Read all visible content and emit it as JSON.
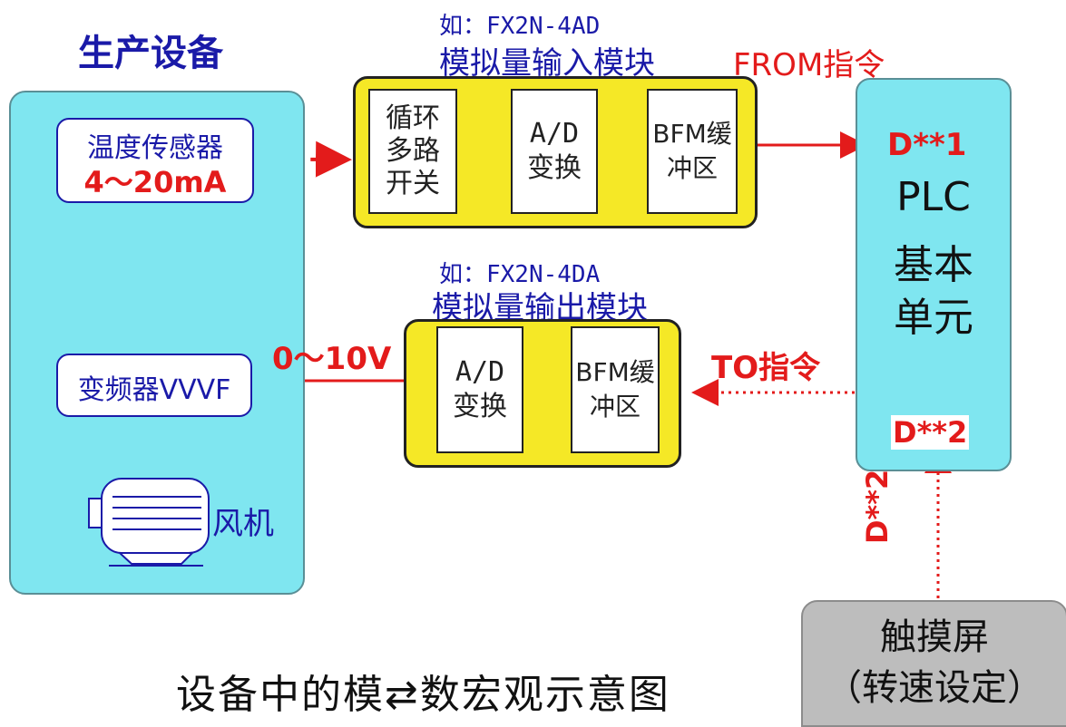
{
  "equipment": {
    "title": "生产设备",
    "sensor_label": "温度传感器",
    "sensor_range": "4～20mA",
    "vfd_label": "变频器VVVF",
    "fan_label": "风机"
  },
  "input_module": {
    "caption_line1": "如：FX2N-4AD",
    "caption_line2": "模拟量输入模块",
    "block1": "循环多路开关",
    "block1_line1": "循环",
    "block1_line2": "多路",
    "block1_line3": "开关",
    "block2_line1": "A/D",
    "block2_line2": "变换",
    "block3_line1": "BFM缓",
    "block3_line2": "冲区"
  },
  "output_module": {
    "caption_line1": "如：FX2N-4DA",
    "caption_line2": "模拟量输出模块",
    "block1_line1": "A/D",
    "block1_line2": "变换",
    "block2_line1": "BFM缓",
    "block2_line2": "冲区"
  },
  "signals": {
    "from_instruction": "FROM指令",
    "to_instruction": "TO指令",
    "output_range": "0～10V",
    "d1": "D**1",
    "d2": "D**2",
    "d2_vertical": "D**2"
  },
  "plc": {
    "line1": "PLC",
    "line2": "基本",
    "line3": "单元"
  },
  "touch_screen": {
    "line1": "触摸屏",
    "line2": "（转速设定）"
  },
  "footer": {
    "caption": "设备中的模⇄数宏观示意图"
  },
  "colors": {
    "panel_cyan": "#7fe6f0",
    "module_yellow": "#f5e826",
    "accent_red": "#e31b1b",
    "text_blue": "#1a1aa8",
    "touch_gray": "#bdbdbd"
  }
}
